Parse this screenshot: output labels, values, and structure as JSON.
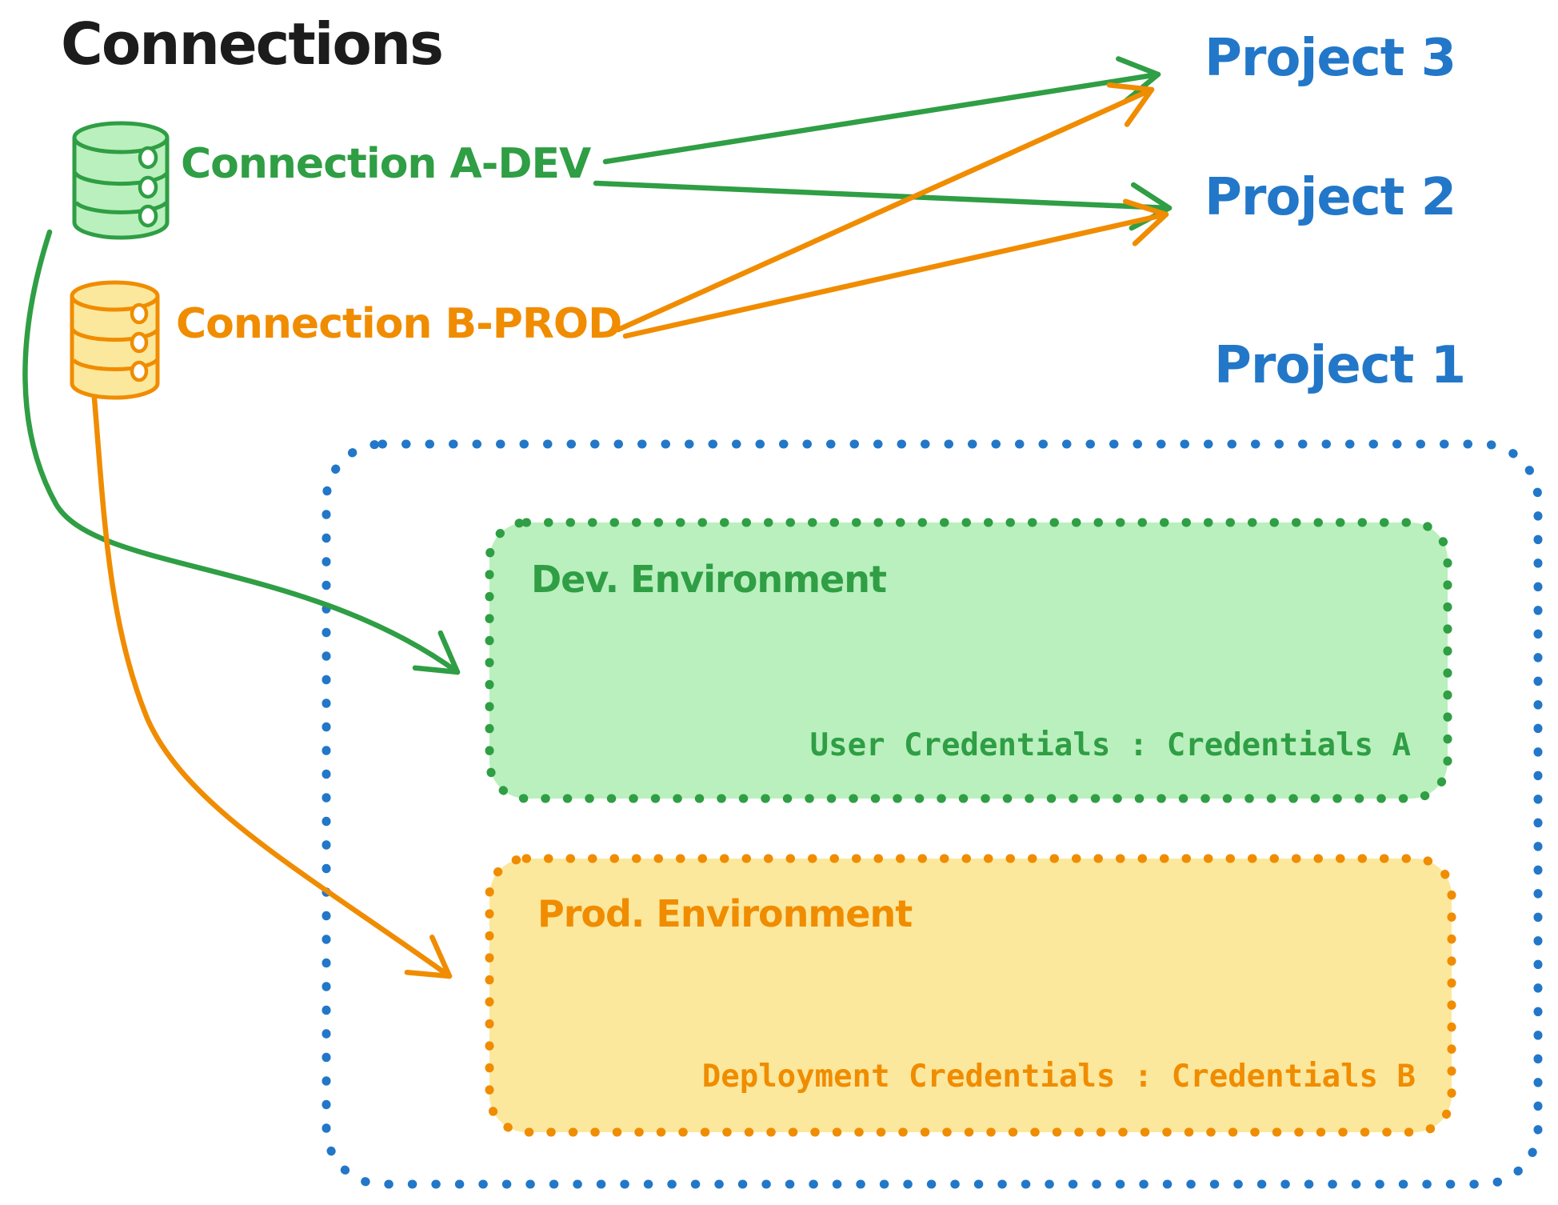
{
  "diagram": {
    "title": "Connections",
    "colors": {
      "green": "#2f9e44",
      "orange": "#f08c00",
      "blue": "#2277c8",
      "green_fill": "#b9f0bd",
      "yellow_fill": "#fce89c",
      "black": "#1c1c1c"
    },
    "connections": {
      "a_dev": {
        "label": "Connection A-DEV",
        "icon": "database-icon",
        "color": "#2f9e44"
      },
      "b_prod": {
        "label": "Connection B-PROD",
        "icon": "database-icon",
        "color": "#f08c00"
      }
    },
    "projects": {
      "p3": {
        "label": "Project 3"
      },
      "p2": {
        "label": "Project 2"
      },
      "p1": {
        "label": "Project 1"
      }
    },
    "environments": {
      "dev": {
        "title": "Dev. Environment",
        "credentials": "User Credentials : Credentials A"
      },
      "prod": {
        "title": "Prod. Environment",
        "credentials": "Deployment Credentials : Credentials B"
      }
    },
    "edges": [
      "Connection A-DEV -> Project 3",
      "Connection A-DEV -> Project 2",
      "Connection B-PROD -> Project 3",
      "Connection B-PROD -> Project 2",
      "Connection A-DEV -> Dev. Environment",
      "Connection B-PROD -> Prod. Environment"
    ]
  }
}
